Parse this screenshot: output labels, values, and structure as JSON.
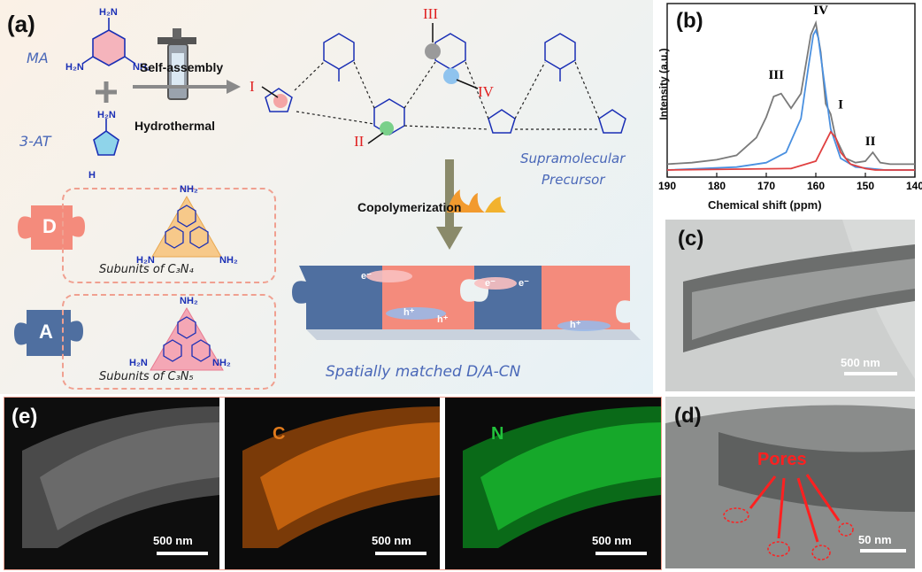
{
  "panel_labels": {
    "a": "(a)",
    "b": "(b)",
    "c": "(c)",
    "d": "(d)",
    "e": "(e)"
  },
  "scheme": {
    "ma": "MA",
    "at": "3-AT",
    "self_assembly": "Self-assembly",
    "hydrothermal": "Hydrothermal",
    "supramolecular": "Supramolecular",
    "precursor": "Precursor",
    "copolymerization": "Copolymerization",
    "donor": "D",
    "acceptor": "A",
    "subunit_c3n4": "Subunits of C₃N₄",
    "subunit_c3n5": "Subunits of C₃N₅",
    "matched": "Spatially matched D/A-CN",
    "electron": "e⁻",
    "hole": "h⁺",
    "site_i": "I",
    "site_ii": "II",
    "site_iii": "III",
    "site_iv": "IV",
    "nh2": "NH₂",
    "h2n": "H₂N",
    "n": "N",
    "h": "H"
  },
  "chart_data": {
    "type": "line",
    "title": "",
    "xlabel": "Chemical shift (ppm)",
    "ylabel": "Intensity (a.u.)",
    "xlim": [
      190,
      140
    ],
    "x_ticks": [
      190,
      180,
      170,
      160,
      150,
      140
    ],
    "series": [
      {
        "color": "#7a7a7a",
        "x": [
          190,
          185,
          180,
          176,
          174,
          172,
          170,
          168.5,
          167,
          165,
          163,
          161,
          160,
          159,
          158,
          157,
          156,
          154,
          152,
          150,
          148.5,
          147,
          145,
          142,
          140
        ],
        "y": [
          0.04,
          0.05,
          0.07,
          0.1,
          0.16,
          0.22,
          0.36,
          0.5,
          0.52,
          0.42,
          0.52,
          0.92,
          1.0,
          0.8,
          0.45,
          0.38,
          0.22,
          0.08,
          0.05,
          0.06,
          0.12,
          0.05,
          0.04,
          0.04,
          0.04
        ]
      },
      {
        "color": "#4a90e0",
        "x": [
          190,
          176,
          170,
          166,
          163,
          161.5,
          160.5,
          160,
          159.5,
          158.5,
          157,
          155,
          152,
          146,
          140
        ],
        "y": [
          0.0,
          0.02,
          0.05,
          0.12,
          0.35,
          0.7,
          0.92,
          0.95,
          0.9,
          0.65,
          0.28,
          0.08,
          0.02,
          0.0,
          0.0
        ],
        "_unused": null
      },
      {
        "color": "#e04040",
        "x": [
          190,
          165,
          160,
          158.5,
          157,
          156,
          155,
          153,
          150,
          148,
          146,
          140
        ],
        "y": [
          0.0,
          0.01,
          0.06,
          0.16,
          0.26,
          0.22,
          0.12,
          0.04,
          0.01,
          0.0,
          0.0,
          0.0
        ]
      }
    ],
    "peak_labels": [
      {
        "text": "III",
        "x": 168,
        "y": 0.62
      },
      {
        "text": "IV",
        "x": 159,
        "y": 1.06
      },
      {
        "text": "I",
        "x": 155,
        "y": 0.42
      },
      {
        "text": "II",
        "x": 149,
        "y": 0.17
      }
    ]
  },
  "microscopy": {
    "scale_500": "500 nm",
    "scale_50": "50 nm",
    "pores": "Pores",
    "map_c": "C",
    "map_n": "N"
  }
}
